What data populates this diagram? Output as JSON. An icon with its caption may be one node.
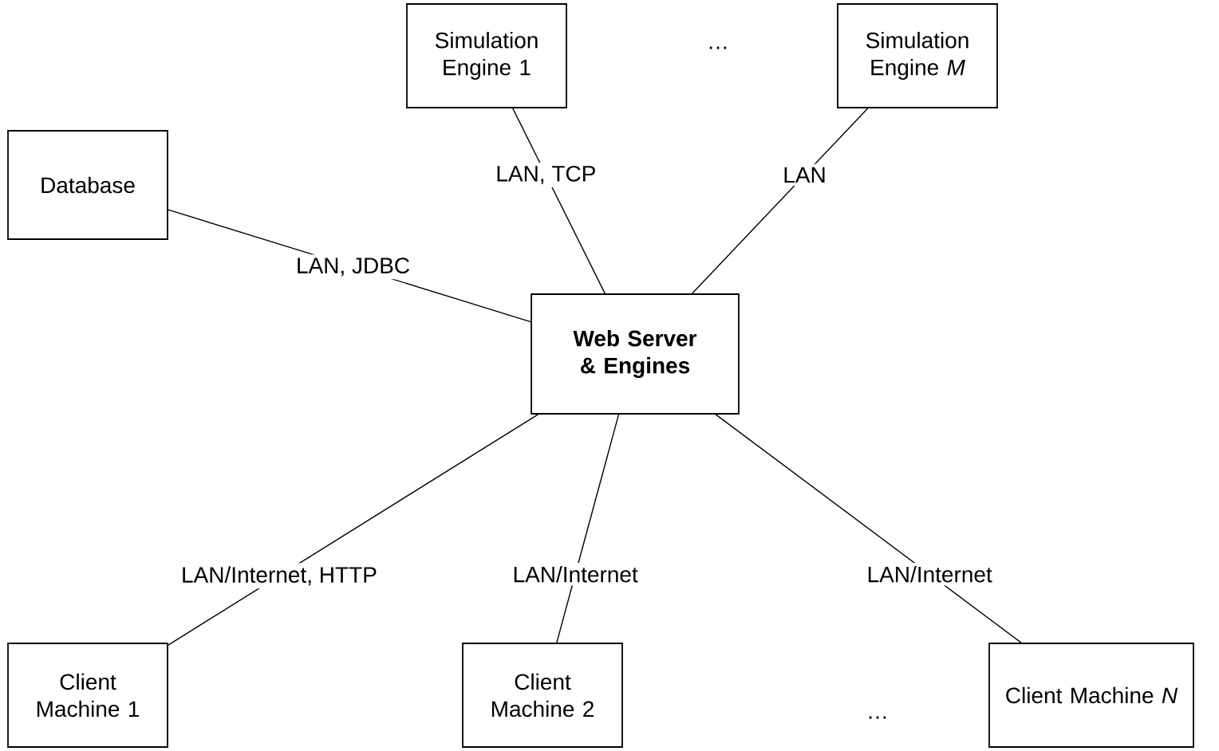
{
  "diagram": {
    "nodes": [
      {
        "text": [
          "Database"
        ]
      },
      {
        "text": [
          "Simulation Engine 1"
        ]
      },
      {
        "text": [
          "Simulation Engine *M*"
        ]
      },
      {
        "text": [
          "Web Server & Engines"
        ]
      },
      {
        "text": [
          "Client Machine 1"
        ]
      },
      {
        "text": [
          "Client Machine 2"
        ]
      },
      {
        "text": [
          "Client Machine *N*"
        ]
      }
    ],
    "edges": [
      {
        "from": 0,
        "to": 3,
        "arrow": "none",
        "label": "LAN, JDBC"
      },
      {
        "from": 1,
        "to": 3,
        "arrow": "none",
        "label": "LAN, TCP"
      },
      {
        "from": 2,
        "to": 3,
        "arrow": "none",
        "label": "LAN"
      },
      {
        "from": 3,
        "to": 4,
        "arrow": "none",
        "label": "LAN/Internet, HTTP"
      },
      {
        "from": 3,
        "to": 5,
        "arrow": "none",
        "label": "LAN/Internet"
      },
      {
        "from": 3,
        "to": 6,
        "arrow": "none",
        "label": "LAN/Internet"
      }
    ],
    "labels": [
      "…",
      "…"
    ]
  }
}
